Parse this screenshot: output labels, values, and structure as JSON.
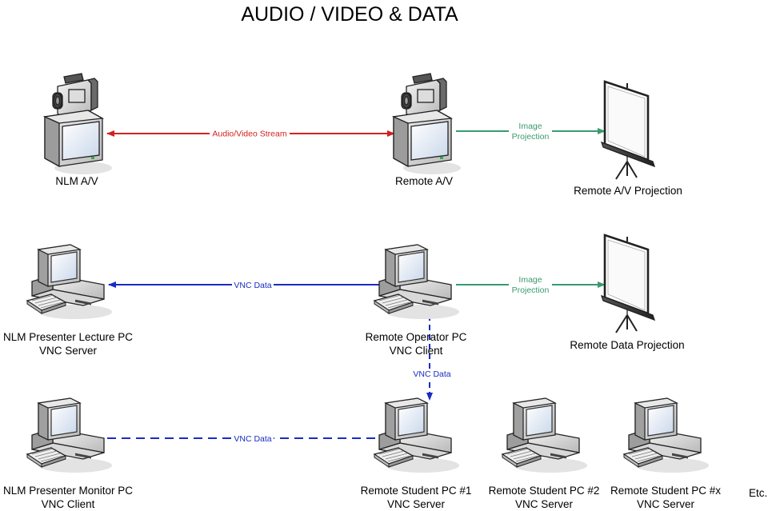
{
  "title": "AUDIO / VIDEO & DATA",
  "nodes": {
    "nlm_av": {
      "label": "NLM A/V"
    },
    "remote_av": {
      "label": "Remote A/V"
    },
    "remote_av_projection": {
      "label": "Remote A/V Projection"
    },
    "nlm_presenter_lecture_pc": {
      "label": "NLM Presenter Lecture PC",
      "sublabel": "VNC Server"
    },
    "remote_operator_pc": {
      "label": "Remote Operator PC",
      "sublabel": "VNC Client"
    },
    "remote_data_projection": {
      "label": "Remote Data Projection"
    },
    "nlm_presenter_monitor_pc": {
      "label": "NLM Presenter Monitor PC",
      "sublabel": "VNC Client"
    },
    "remote_student_pc_1": {
      "label": "Remote Student PC #1",
      "sublabel": "VNC Server"
    },
    "remote_student_pc_2": {
      "label": "Remote Student PC #2",
      "sublabel": "VNC Server"
    },
    "remote_student_pc_x": {
      "label": "Remote Student PC #x",
      "sublabel": "VNC Server"
    },
    "etc": {
      "label": "Etc."
    }
  },
  "edges": {
    "av_stream": {
      "label": "Audio/Video Stream",
      "color": "#d42020"
    },
    "image_projection_1": {
      "label_line1": "Image",
      "label_line2": "Projection",
      "color": "#3a9a6e"
    },
    "image_projection_2": {
      "label_line1": "Image",
      "label_line2": "Projection",
      "color": "#3a9a6e"
    },
    "vnc_data_1": {
      "label": "VNC Data",
      "color": "#1a2bc4"
    },
    "vnc_data_2": {
      "label": "VNC Data",
      "color": "#1a2bc4"
    },
    "vnc_data_3": {
      "label": "VNC Data",
      "color": "#1a2bc4"
    }
  }
}
